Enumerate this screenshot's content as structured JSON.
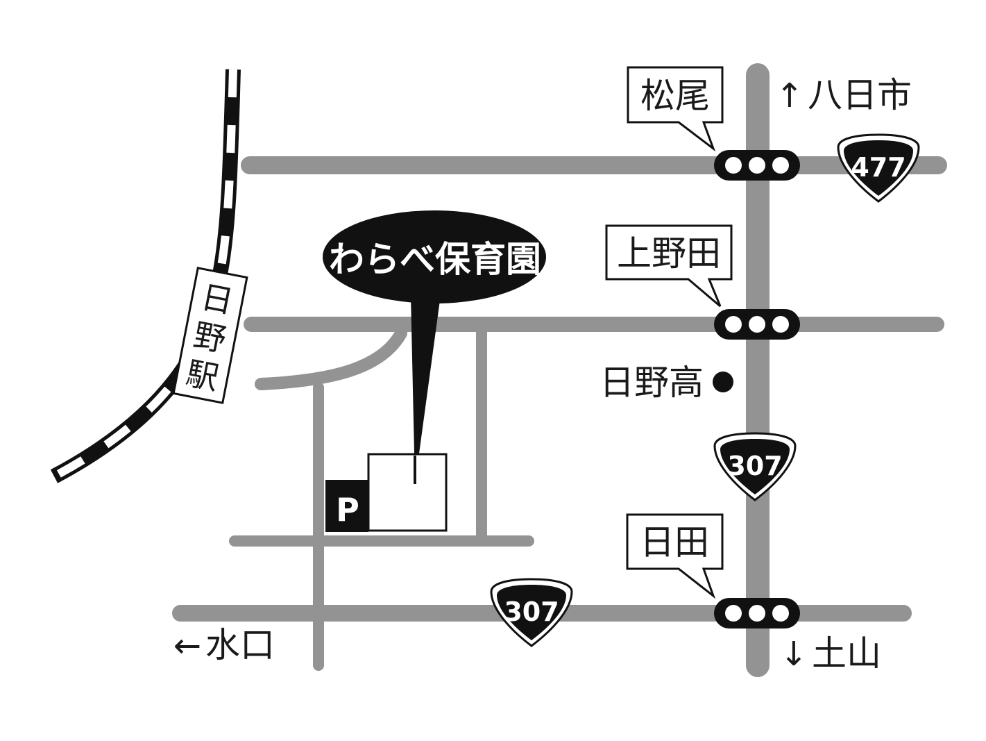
{
  "map": {
    "facility": {
      "name": "わらべ保育園"
    },
    "station": {
      "name_chars": [
        "日",
        "野",
        "駅"
      ]
    },
    "signals": [
      {
        "name": "松尾"
      },
      {
        "name": "上野田"
      },
      {
        "name": "日田"
      }
    ],
    "landmarks": [
      {
        "name": "日野高"
      }
    ],
    "routes": [
      {
        "number": "477"
      },
      {
        "number": "307"
      },
      {
        "number": "307"
      }
    ],
    "directions": {
      "north": {
        "arrow": "↑",
        "label": "八日市"
      },
      "west": {
        "arrow": "←",
        "label": "水口"
      },
      "south": {
        "arrow": "↓",
        "label": "土山"
      }
    },
    "parking": {
      "label": "P"
    },
    "colors": {
      "road": "#939393",
      "ink": "#111111",
      "paper": "#ffffff"
    }
  }
}
